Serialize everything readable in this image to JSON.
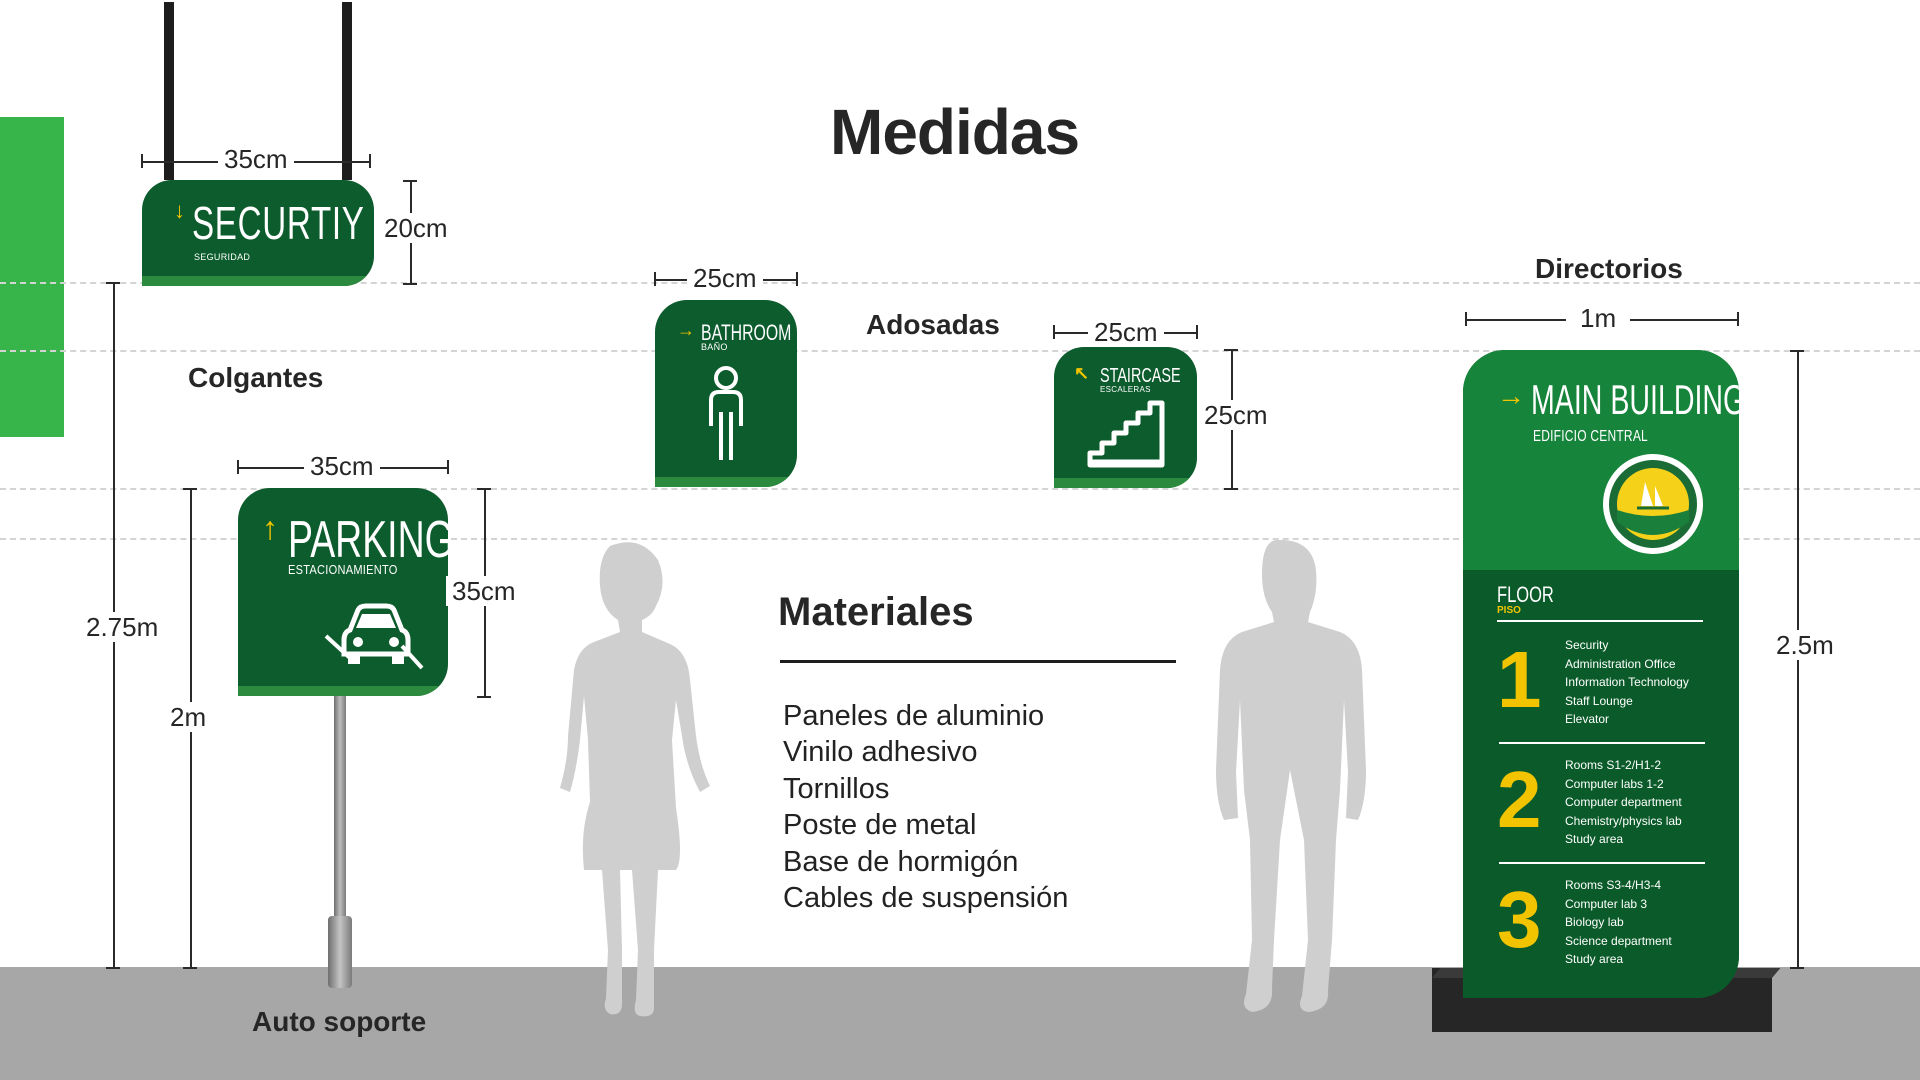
{
  "title": "Medidas",
  "sections": {
    "colgantes": "Colgantes",
    "adosadas": "Adosadas",
    "directorios": "Directorios",
    "auto_soporte": "Auto soporte"
  },
  "dimensions": {
    "security_width": "35cm",
    "security_height": "20cm",
    "parking_width": "35cm",
    "parking_height": "35cm",
    "bathroom_width": "25cm",
    "staircase_width": "25cm",
    "staircase_height": "25cm",
    "directory_width": "1m",
    "directory_height": "2.5m",
    "hanging_height": "2.75m",
    "pole_height": "2m"
  },
  "signs": {
    "security": {
      "title": "SECURTIY",
      "subtitle": "SEGURIDAD"
    },
    "parking": {
      "title": "PARKING",
      "subtitle": "ESTACIONAMIENTO"
    },
    "bathroom": {
      "title": "BATHROOM",
      "subtitle": "BAÑO"
    },
    "staircase": {
      "title": "STAIRCASE",
      "subtitle": "ESCALERAS"
    }
  },
  "materials": {
    "title": "Materiales",
    "items": [
      "Paneles de aluminio",
      "Vinilo adhesivo",
      "Tornillos",
      "Poste de metal",
      "Base de hormigón",
      "Cables de suspensión"
    ]
  },
  "directory": {
    "title": "MAIN BUILDING",
    "subtitle": "EDIFICIO CENTRAL",
    "floor_label": "FLOOR",
    "floor_sublabel": "PISO",
    "floors": [
      {
        "number": "1",
        "items": [
          "Security",
          "Administration Office",
          "Information Technology",
          "Staff Lounge",
          "Elevator"
        ]
      },
      {
        "number": "2",
        "items": [
          "Rooms S1-2/H1-2",
          "Computer labs 1-2",
          "Computer department",
          "Chemistry/physics lab",
          "Study area"
        ]
      },
      {
        "number": "3",
        "items": [
          "Rooms S3-4/H3-4",
          "Computer lab 3",
          "Biology lab",
          "Science department",
          "Study area"
        ]
      }
    ]
  },
  "colors": {
    "sign_green": "#0d5c2d",
    "accent_yellow": "#f2c400",
    "stripe_green": "#37b54a",
    "floor_gray": "#a7a7a7",
    "silhouette_gray": "#cfcfcf"
  }
}
